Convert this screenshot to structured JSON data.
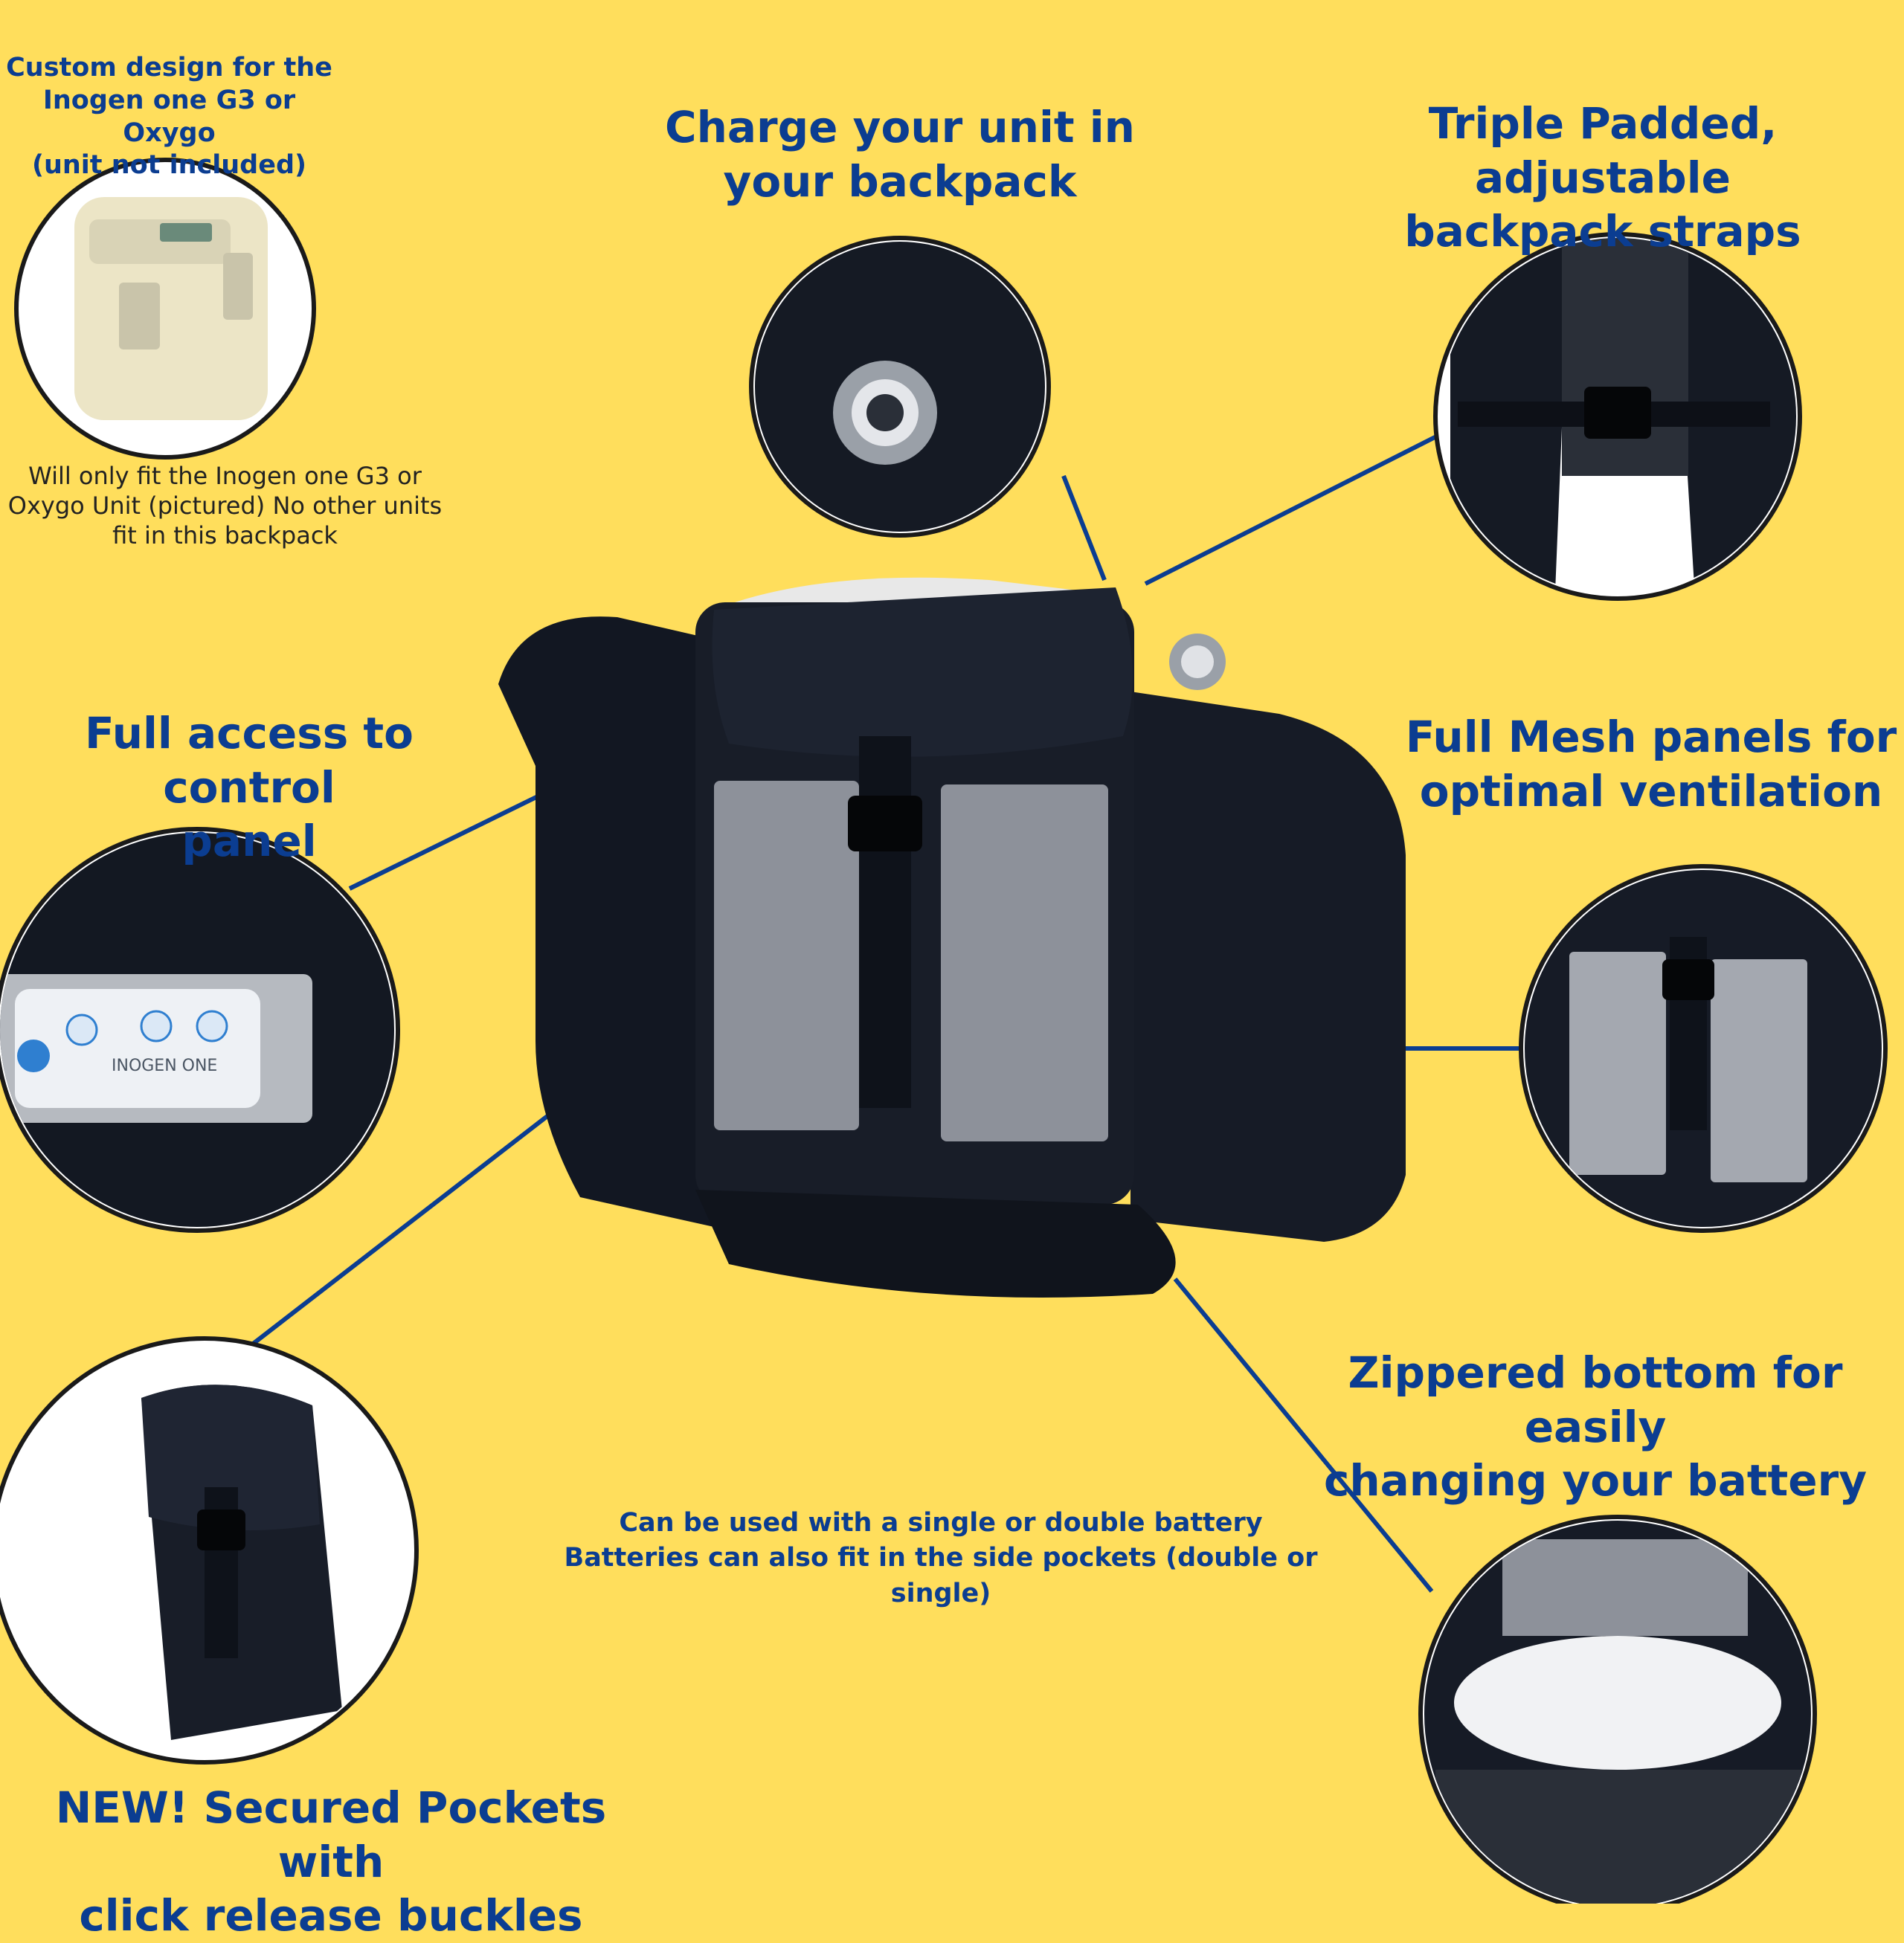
{
  "top_left_title": [
    "Custom design for the",
    "Inogen one G3 or Oxygo",
    "(unit not included)"
  ],
  "top_left_note": [
    "Will only fit the Inogen one G3 or",
    "Oxygo Unit (pictured) No other units",
    "fit in this backpack"
  ],
  "charge": [
    "Charge your unit in",
    "your backpack"
  ],
  "straps": [
    "Triple Padded, adjustable",
    "backpack straps"
  ],
  "control": [
    "Full access to control",
    "panel"
  ],
  "mesh": [
    "Full Mesh panels for",
    "optimal ventilation"
  ],
  "zipper": [
    "Zippered bottom for easily",
    "changing your battery"
  ],
  "battery_note": [
    "Can be used with a single or double battery",
    "Batteries can also fit in the side pockets (double or single)"
  ],
  "pockets": [
    "NEW! Secured Pockets with",
    "click release buckles"
  ],
  "panel_text": "INOGEN ONE",
  "colors": {
    "background": "#ffde5c",
    "text": "#0b3d91",
    "lines": "#0b3d91",
    "bag": "#151a24"
  }
}
